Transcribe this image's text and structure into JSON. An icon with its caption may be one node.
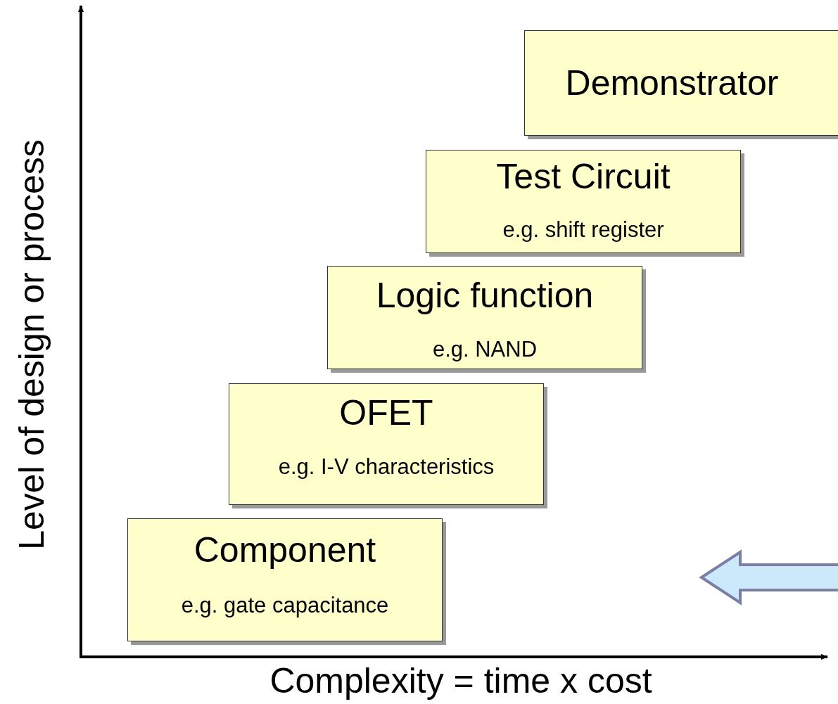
{
  "diagram": {
    "nodes": [
      {
        "text": [
          "Demonstrator"
        ]
      },
      {
        "text": [
          "Test Circuit",
          "e.g. shift register"
        ]
      },
      {
        "text": [
          "Logic function",
          "e.g. NAND"
        ]
      },
      {
        "text": [
          "OFET",
          "e.g. I-V characteristics"
        ]
      },
      {
        "text": [
          "Component",
          "e.g. gate capacitance"
        ]
      }
    ],
    "edges": [],
    "labels": [
      "Level of design or process",
      "Complexity = time x cost"
    ]
  }
}
